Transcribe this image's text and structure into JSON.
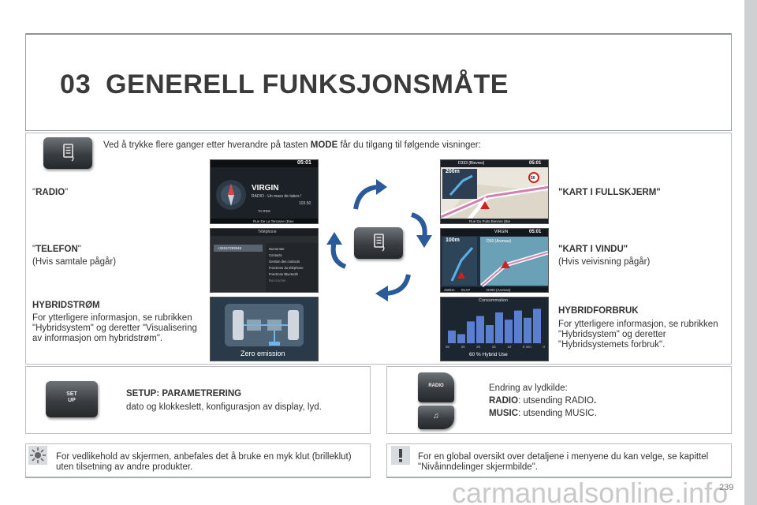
{
  "chapter": {
    "number": "03",
    "title": "GENERELL FUNKSJONSMÅTE"
  },
  "intro": {
    "before": "Ved å trykke flere ganger etter hverandre på tasten ",
    "key": "MODE",
    "after": " får du tilgang til følgende visninger:"
  },
  "modes": {
    "radio": {
      "q1": "\"",
      "label": "RADIO",
      "q2": "\""
    },
    "telefon": {
      "q1": "\"",
      "label": "TELEFON",
      "q2": "\"",
      "note": "(Hvis samtale pågår)"
    },
    "hybridstrom": {
      "label": "HYBRIDSTRØM",
      "text": "For ytterligere informasjon, se rubrikken \"Hybridsystem\" og deretter \"Visualisering av informasjon om hybridstrøm\"."
    },
    "kart_full": {
      "label": "\"KART I FULLSKJERM\""
    },
    "kart_vindu": {
      "label": "\"KART I VINDU\"",
      "note": "(Hvis veivisning pågår)"
    },
    "hybridforbruk": {
      "label": "HYBRIDFORBRUK",
      "text": "For ytterligere informasjon, se rubrikken \"Hybridsystem\" og deretter \"Hybridsystemets forbruk\"."
    }
  },
  "screens": {
    "radio": {
      "time": "05:01",
      "station": "VIRGIN",
      "rds": "RADIO - Un maxx de tubes !",
      "freq": "103.50",
      "ta": "TA  RDS",
      "street": "Rue De La Terrasse (Biev"
    },
    "phone": {
      "title": "Téléphone",
      "number": "+33157293945",
      "items": [
        "Numeroter",
        "Contacts",
        "Gestion des contacts",
        "Fonctions du téléphone",
        "Fonctions Bluetooth",
        "Raccrocher"
      ]
    },
    "energy": {
      "caption": "Zero emission"
    },
    "map_full": {
      "road": "D333 (Bievres)",
      "time": "05:01",
      "dist": "200m",
      "speed": "50",
      "footer": "Rue Du Puits Bievres (Bie"
    },
    "map_window": {
      "time": "05:01",
      "dist": "100m",
      "road": "D59 (Aromas)",
      "station": "VIRGIN",
      "km": "455km",
      "eta": "01:07",
      "road2": "D200 (Aromas)"
    },
    "consumption": {
      "title": "Consommation",
      "caption": "60 % Hybrid Use",
      "ticks": [
        "30",
        "25",
        "20",
        "15",
        "10",
        "5 min",
        "0"
      ],
      "values": [
        35,
        25,
        60,
        75,
        50,
        85,
        65,
        90,
        70,
        95
      ]
    }
  },
  "setup": {
    "key_top": "SET",
    "key_bottom": "UP",
    "title": "SETUP: PARAMETRERING",
    "text": "dato og klokkeslett, konfigurasjon av display, lyd."
  },
  "source": {
    "key_radio": "RADIO",
    "key_music": "♫",
    "intro": "Endring av lydkilde:",
    "radio_label": "RADIO",
    "radio_text": ": utsending RADIO",
    "radio_dot": ".",
    "music_label": "MUSIC",
    "music_text": ": utsending MUSIC."
  },
  "notes": {
    "maintenance": "For vedlikehold av skjermen, anbefales det å bruke en myk klut (brilleklut) uten tilsetning av andre produkter.",
    "overview": "For en global oversikt over detaljene i menyene du kan velge, se kapittel \"Nivåinndelinger skjermbilde\"."
  },
  "page": {
    "number": "239",
    "watermark": "carmanualsonline.info"
  }
}
